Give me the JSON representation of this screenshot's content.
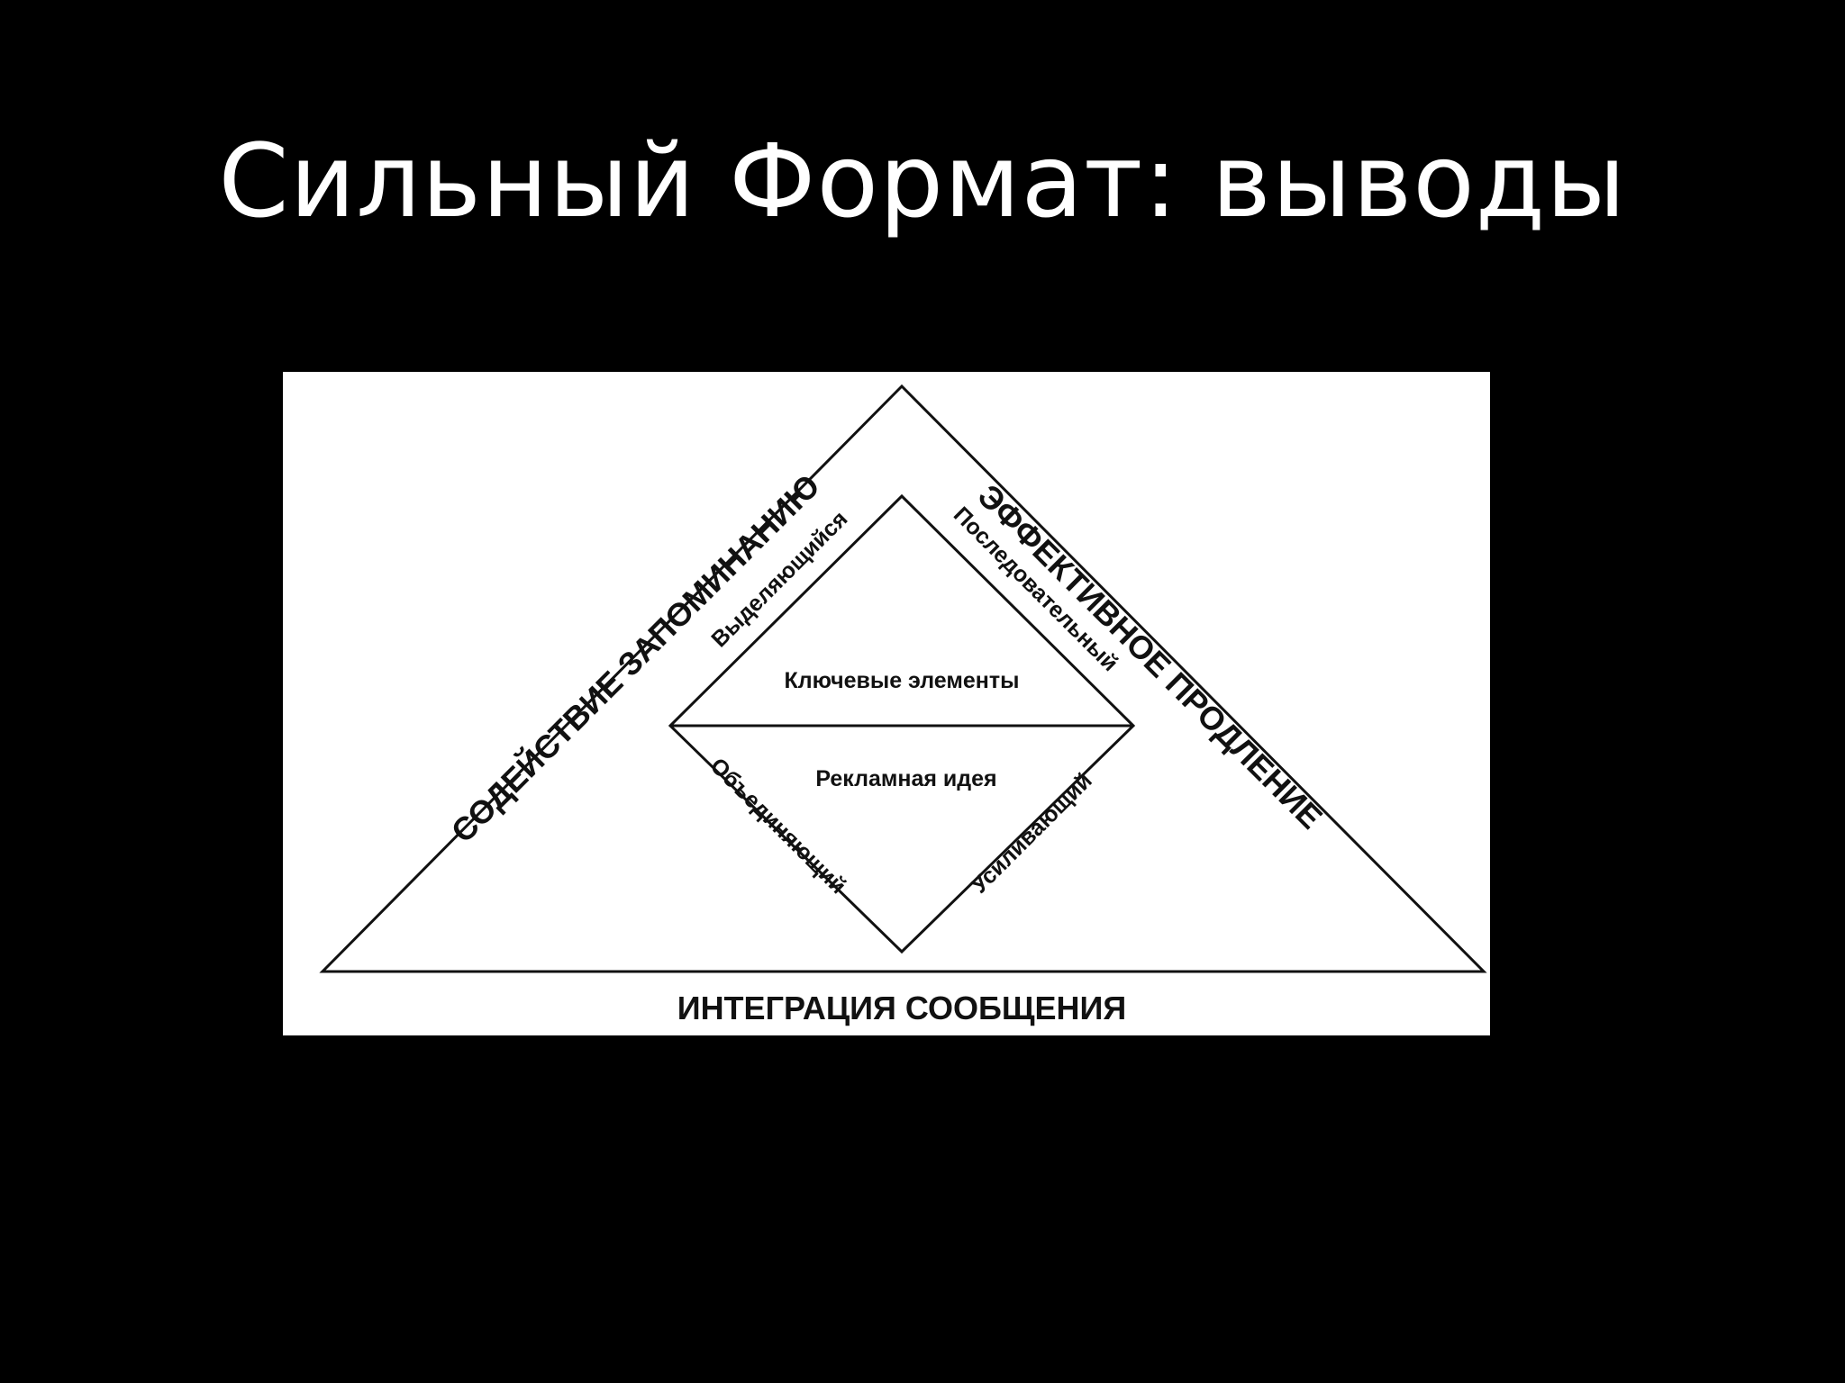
{
  "slide": {
    "title": "Сильный Формат: выводы"
  },
  "diagram": {
    "outer_left": "СОДЕЙСТВИЕ ЗАПОМИНАНИЮ",
    "outer_right": "ЭФФЕКТИВНОЕ ПРОДЛЕНИЕ",
    "bottom": "ИНТЕГРАЦИЯ СООБЩЕНИЯ",
    "diamond_upper_left": "Выделяющийся",
    "diamond_upper_right": "Последовательный",
    "diamond_lower_left": "Объединяющий",
    "diamond_lower_right": "Усиливающий",
    "center_top": "Ключевые элементы",
    "center_bottom": "Рекламная идея"
  }
}
